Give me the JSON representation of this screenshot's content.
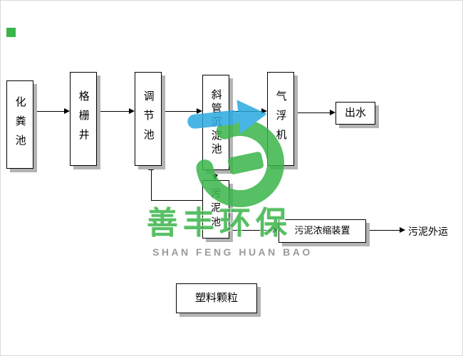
{
  "nodes": {
    "septic": {
      "label": "化粪池"
    },
    "grid_well": {
      "label": "格栅井"
    },
    "regulating": {
      "label": "调节池"
    },
    "sedimentation": {
      "label": "斜管沉淀池"
    },
    "flotation": {
      "label": "气浮机"
    },
    "outlet": {
      "label": "出水"
    },
    "sludge": {
      "label": "污泥池"
    },
    "thickener": {
      "label": "污泥浓缩装置"
    },
    "plastic": {
      "label": "塑料颗粒"
    }
  },
  "labels": {
    "sludge_out": "污泥外运"
  },
  "edges": [
    {
      "from": "septic",
      "to": "grid_well"
    },
    {
      "from": "grid_well",
      "to": "regulating"
    },
    {
      "from": "regulating",
      "to": "sedimentation"
    },
    {
      "from": "sedimentation",
      "to": "flotation"
    },
    {
      "from": "flotation",
      "to": "outlet"
    },
    {
      "from": "sedimentation",
      "to": "sludge"
    },
    {
      "from": "sludge",
      "to": "regulating"
    },
    {
      "from": "sludge",
      "to": "thickener"
    },
    {
      "from": "thickener",
      "to": "sludge_out"
    }
  ],
  "watermark": {
    "name_cn": "善丰环保",
    "name_en": "SHAN FENG HUAN BAO",
    "green": "#3ab54a",
    "blue": "#2aa9e0"
  }
}
